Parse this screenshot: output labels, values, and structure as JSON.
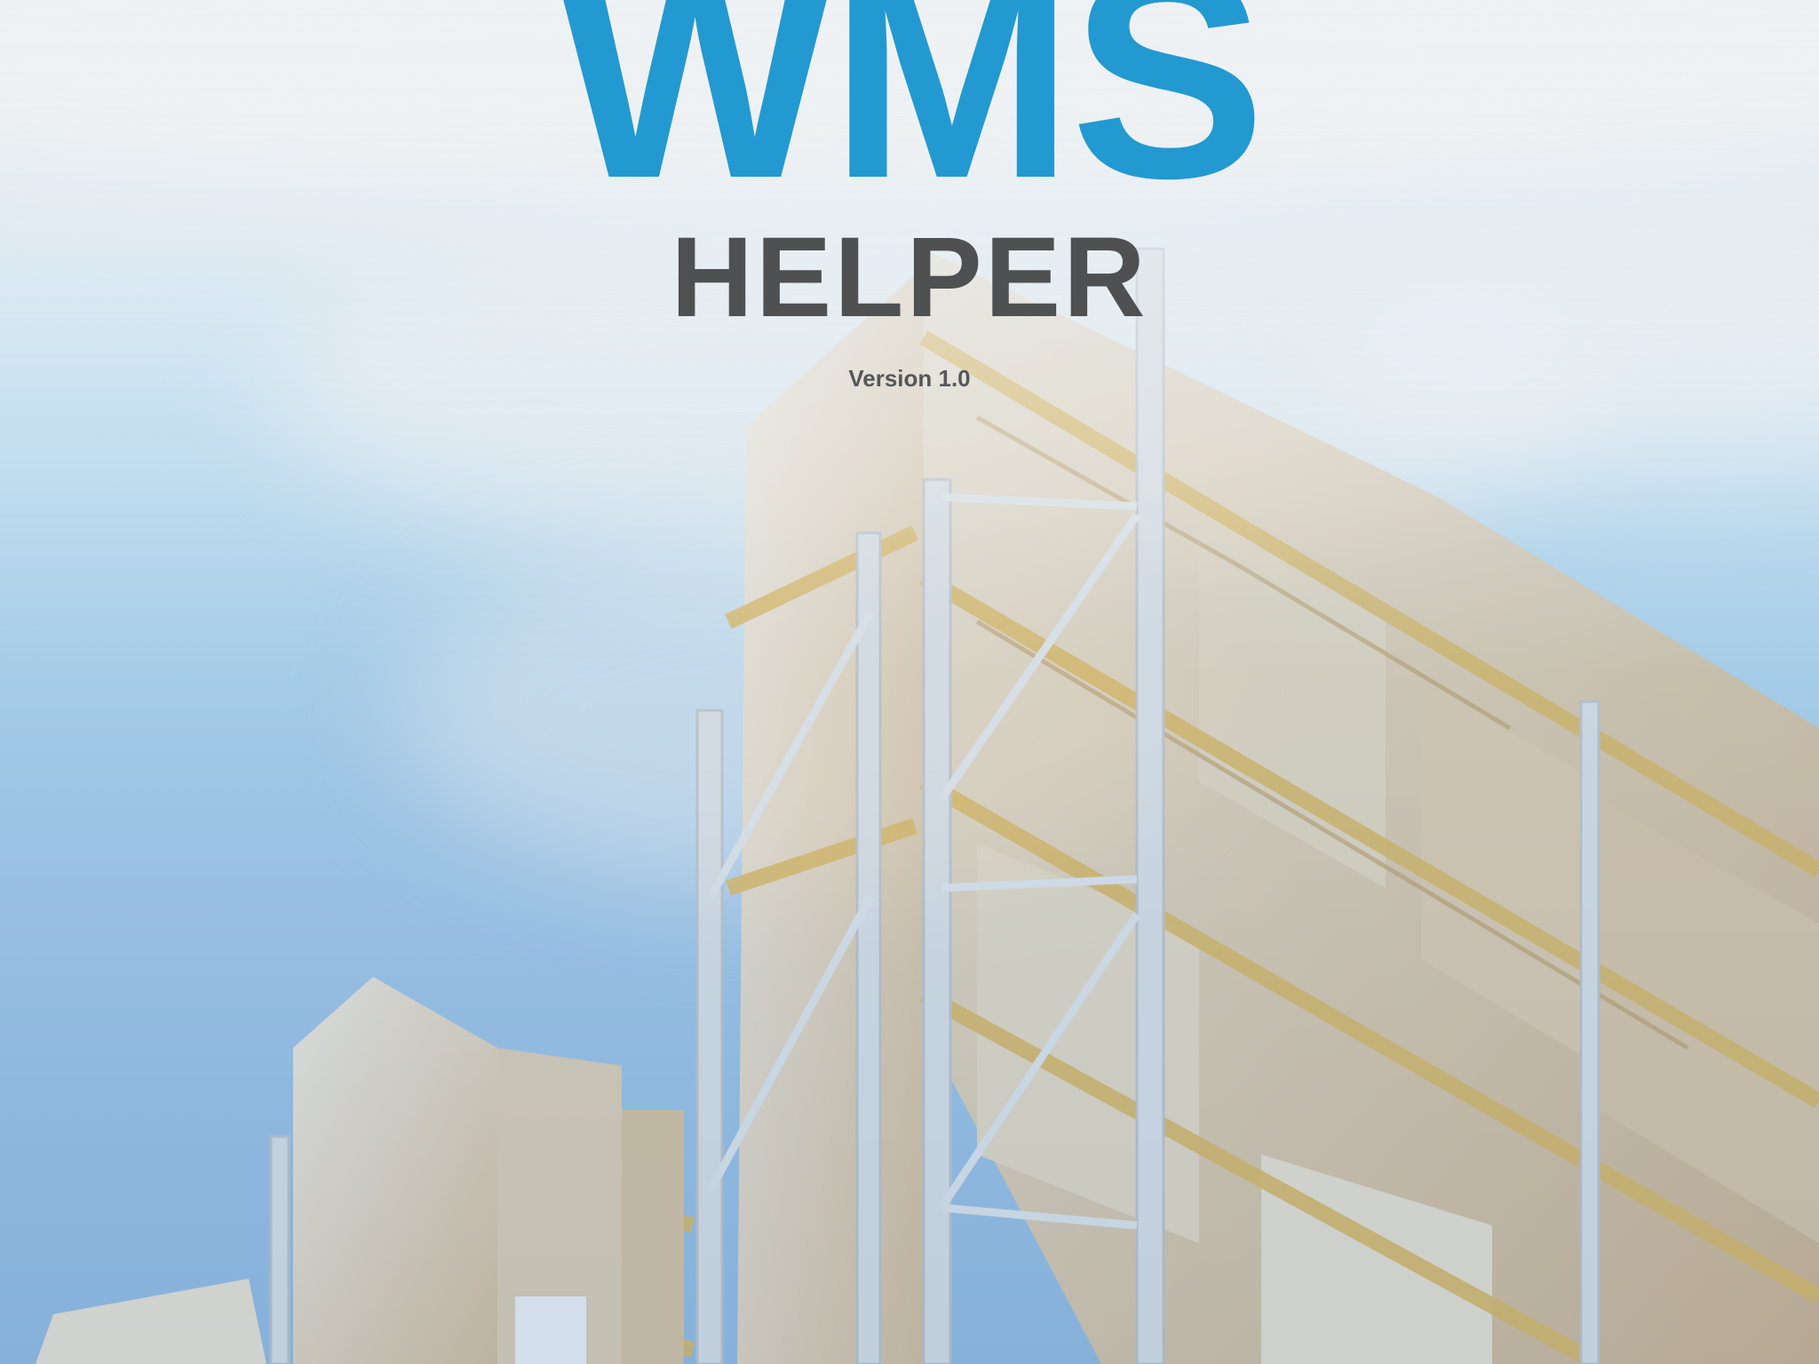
{
  "splash": {
    "title": "WMS",
    "subtitle": "HELPER",
    "version": "Version 1.0"
  },
  "background": {
    "image": "warehouse-pallet-racks-against-sky",
    "colors": {
      "title": "#2399d1",
      "subtitle": "#4f5052",
      "sky": "#9cc3e4"
    }
  }
}
